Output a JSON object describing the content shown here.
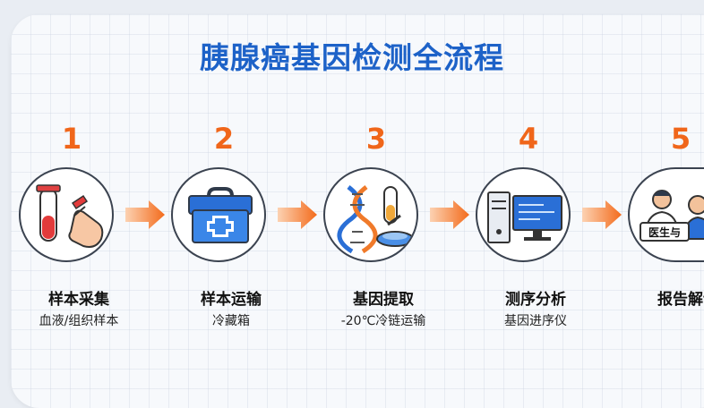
{
  "title": "胰腺癌基因检测全流程",
  "steps": [
    {
      "num": "1",
      "label": "样本采集",
      "sub": "血液/组织样本",
      "icon": "test-tube-hand-icon"
    },
    {
      "num": "2",
      "label": "样本运输",
      "sub": "冷藏箱",
      "icon": "cooler-box-icon"
    },
    {
      "num": "3",
      "label": "基因提取",
      "sub": "-20℃冷链运输",
      "icon": "dna-tube-icon"
    },
    {
      "num": "4",
      "label": "测序分析",
      "sub": "基因进序仪",
      "icon": "computer-sequencer-icon"
    },
    {
      "num": "5",
      "label": "报告解读",
      "sub": "",
      "icon": "doctor-icon",
      "badge": "医生与"
    }
  ],
  "colors": {
    "title": "#1d62c8",
    "accent": "#f0661a",
    "arrow": "#f58a44"
  }
}
